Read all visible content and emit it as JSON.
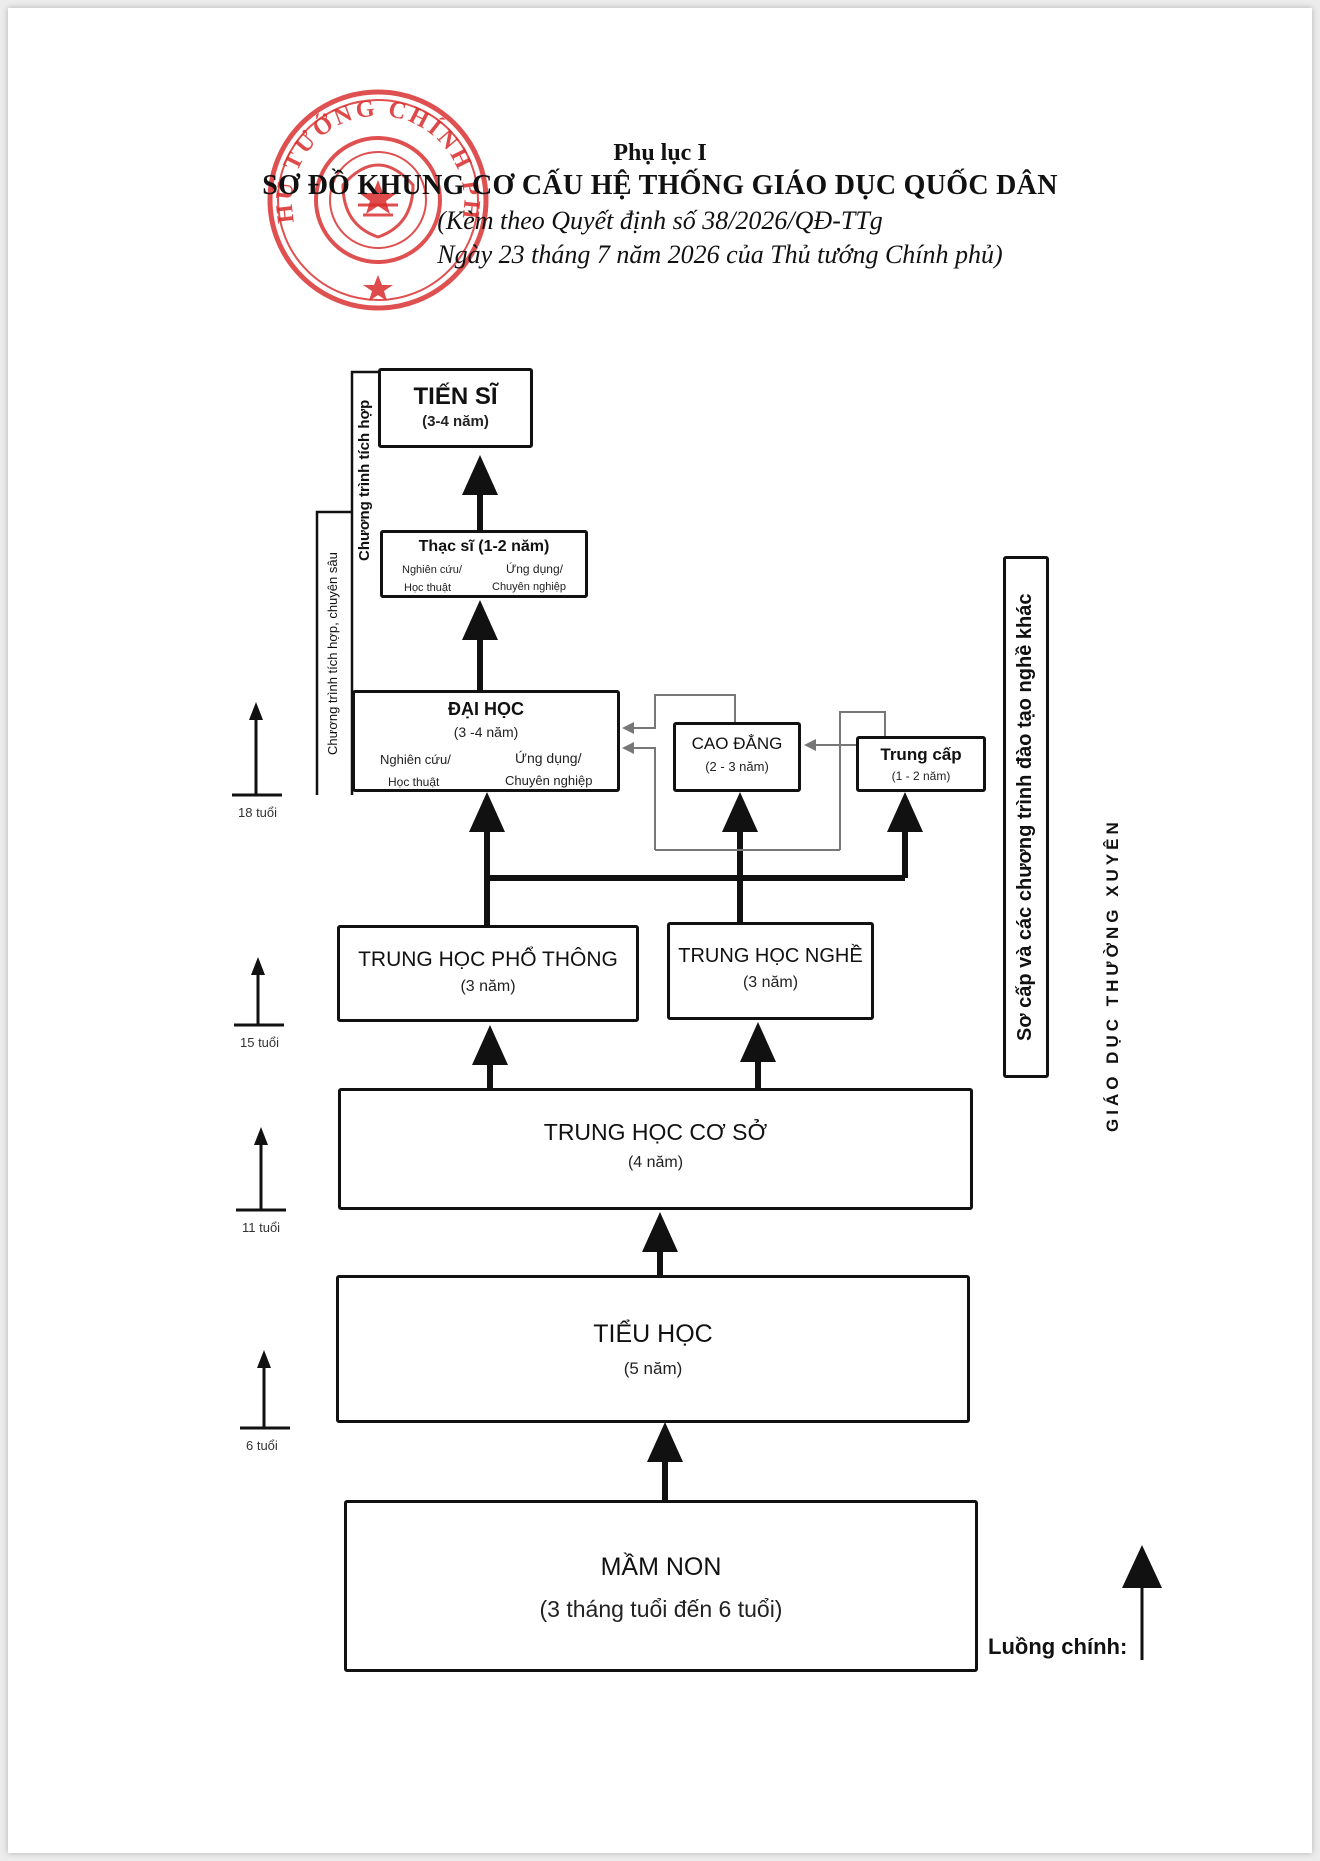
{
  "header": {
    "appendix": "Phụ lục I",
    "title": "SƠ ĐỒ KHUNG CƠ CẤU HỆ THỐNG GIÁO DỤC QUỐC DÂN",
    "decision": "(Kèm theo Quyết định số 38/2026/QĐ-TTg",
    "date_line": "Ngày 23 tháng 7 năm 2026 của Thủ tướng Chính phủ)"
  },
  "seal": {
    "text": "THỦ TƯỚNG CHÍNH PHỦ",
    "color": "#d92a2a"
  },
  "levels": {
    "doctorate": {
      "title": "TIẾN SĨ",
      "duration": "(3-4 năm)"
    },
    "master": {
      "title": "Thạc sĩ",
      "duration": "(1-2 năm)",
      "left_top": "Nghiên cứu/",
      "left_bottom": "Học thuật",
      "right_top": "Ứng dụng/",
      "right_bottom": "Chuyên nghiệp"
    },
    "university": {
      "title": "ĐẠI HỌC",
      "duration": "(3 -4 năm)",
      "left_top": "Nghiên cứu/",
      "left_bottom": "Học thuật",
      "right_top": "Ứng dụng/",
      "right_bottom": "Chuyên nghiệp"
    },
    "college": {
      "title": "CAO ĐẲNG",
      "duration": "(2 - 3 năm)"
    },
    "intermediate": {
      "title": "Trung cấp",
      "duration": "(1 - 2 năm)"
    },
    "high_school": {
      "title": "TRUNG HỌC PHỔ THÔNG",
      "duration": "(3 năm)"
    },
    "vocational_high_school": {
      "title": "TRUNG HỌC NGHỀ",
      "duration": "(3 năm)"
    },
    "lower_secondary": {
      "title": "TRUNG HỌC CƠ SỞ",
      "duration": "(4 năm)"
    },
    "primary": {
      "title": "TIỂU HỌC",
      "duration": "(5 năm)"
    },
    "preschool": {
      "title": "MẦM NON",
      "duration": "(3 tháng tuổi đến 6 tuổi)"
    }
  },
  "side_labels": {
    "integrated": "Chương trình tích hợp",
    "integrated_deep": "Chương trình tích hợp, chuyên sâu",
    "elementary_programs": "Sơ cấp và các chương trình đào tạo nghề khác",
    "continuing_education": "GIÁO DỤC THƯỜNG XUYÊN"
  },
  "ages": [
    "18 tuổi",
    "15 tuổi",
    "11 tuổi",
    "6 tuổi"
  ],
  "legend": {
    "label": "Luồng chính:"
  }
}
